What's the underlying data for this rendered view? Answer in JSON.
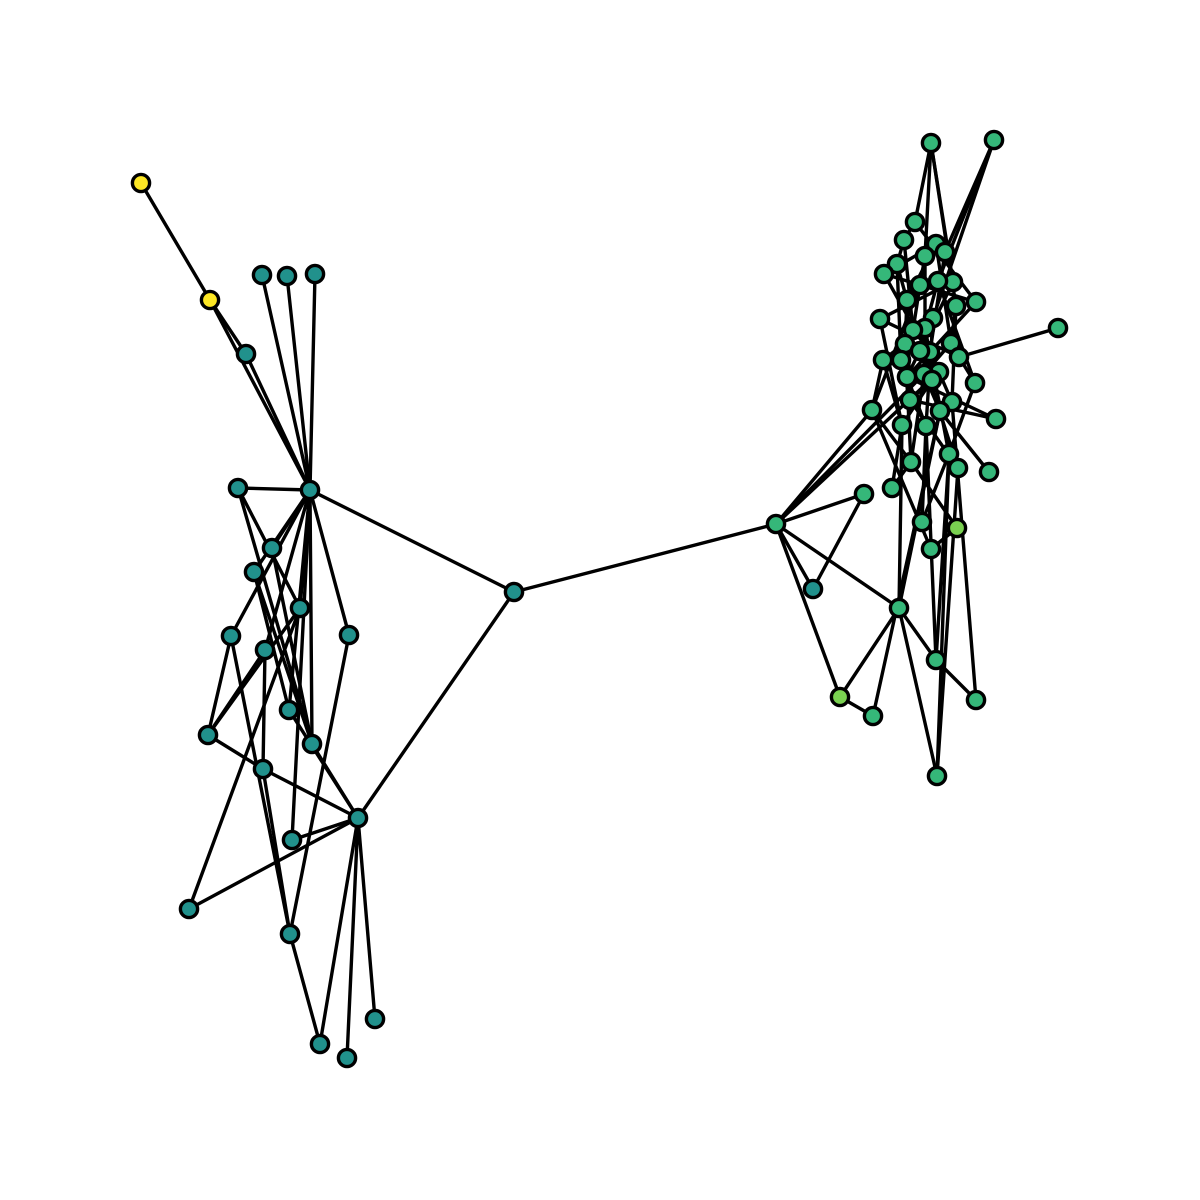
{
  "graph": {
    "type": "network-graph",
    "node_color_scale": "viridis",
    "colors": {
      "yellow": "#fde725",
      "teal": "#21918c",
      "green": "#35b779",
      "lime": "#7ad151",
      "edge": "#000000",
      "node_outline": "#000000",
      "background": "#ffffff"
    },
    "nodes": [
      {
        "id": "hub-center",
        "color": "teal"
      },
      {
        "id": "hub-left-upper",
        "color": "teal"
      },
      {
        "id": "hub-left-lower",
        "color": "teal"
      },
      {
        "id": "hub-right",
        "color": "green"
      },
      {
        "id": "leaf-yellow-a",
        "color": "yellow"
      },
      {
        "id": "leaf-yellow-b",
        "color": "yellow"
      },
      {
        "id": "lu-1",
        "color": "teal"
      },
      {
        "id": "lu-top-1",
        "color": "teal"
      },
      {
        "id": "lu-top-2",
        "color": "teal"
      },
      {
        "id": "lu-top-3",
        "color": "teal"
      },
      {
        "id": "lu-2",
        "color": "teal"
      },
      {
        "id": "lu-3",
        "color": "teal"
      },
      {
        "id": "lu-4",
        "color": "teal"
      },
      {
        "id": "lu-5",
        "color": "teal"
      },
      {
        "id": "lu-6",
        "color": "teal"
      },
      {
        "id": "lu-7",
        "color": "teal"
      },
      {
        "id": "lu-8",
        "color": "teal"
      },
      {
        "id": "lu-9",
        "color": "teal"
      },
      {
        "id": "lu-10",
        "color": "teal"
      },
      {
        "id": "lu-11",
        "color": "teal"
      },
      {
        "id": "lu-12",
        "color": "teal"
      },
      {
        "id": "ll-1",
        "color": "teal"
      },
      {
        "id": "ll-2",
        "color": "teal"
      },
      {
        "id": "ll-3",
        "color": "teal"
      },
      {
        "id": "ll-4",
        "color": "teal"
      },
      {
        "id": "ll-5",
        "color": "teal"
      },
      {
        "id": "ll-6",
        "color": "teal"
      },
      {
        "id": "r-teal-1",
        "color": "teal"
      },
      {
        "id": "r-lime-1",
        "color": "lime"
      },
      {
        "id": "r-lime-2",
        "color": "lime"
      },
      {
        "id": "r-top-1",
        "color": "green"
      },
      {
        "id": "r-top-2",
        "color": "green"
      },
      {
        "id": "r-out-1",
        "color": "green"
      },
      {
        "id": "r-out-2",
        "color": "green"
      },
      {
        "id": "r-out-3",
        "color": "green"
      },
      {
        "id": "r-b-1",
        "color": "green"
      },
      {
        "id": "r-b-2",
        "color": "green"
      },
      {
        "id": "r-b-3",
        "color": "green"
      },
      {
        "id": "r-b-4",
        "color": "green"
      },
      {
        "id": "r-b-5",
        "color": "green"
      },
      {
        "id": "r-b-6",
        "color": "green"
      },
      {
        "id": "r-b-7",
        "color": "green"
      },
      {
        "id": "r-b-8",
        "color": "green"
      },
      {
        "id": "r-b-9",
        "color": "green"
      },
      {
        "id": "r-c-1",
        "color": "green"
      },
      {
        "id": "r-c-2",
        "color": "green"
      },
      {
        "id": "r-c-3",
        "color": "green"
      },
      {
        "id": "r-c-4",
        "color": "green"
      },
      {
        "id": "r-c-5",
        "color": "green"
      },
      {
        "id": "r-c-6",
        "color": "green"
      },
      {
        "id": "r-c-7",
        "color": "green"
      },
      {
        "id": "r-c-8",
        "color": "green"
      },
      {
        "id": "r-c-9",
        "color": "green"
      },
      {
        "id": "r-c-10",
        "color": "green"
      },
      {
        "id": "r-c-11",
        "color": "green"
      },
      {
        "id": "r-c-12",
        "color": "green"
      },
      {
        "id": "r-c-13",
        "color": "green"
      },
      {
        "id": "r-c-14",
        "color": "green"
      },
      {
        "id": "r-c-15",
        "color": "green"
      },
      {
        "id": "r-c-16",
        "color": "green"
      },
      {
        "id": "r-c-17",
        "color": "green"
      },
      {
        "id": "r-c-18",
        "color": "green"
      },
      {
        "id": "r-c-19",
        "color": "green"
      },
      {
        "id": "r-c-20",
        "color": "green"
      },
      {
        "id": "r-c-21",
        "color": "green"
      },
      {
        "id": "r-c-22",
        "color": "green"
      },
      {
        "id": "r-c-23",
        "color": "green"
      },
      {
        "id": "r-c-24",
        "color": "green"
      },
      {
        "id": "r-c-25",
        "color": "green"
      },
      {
        "id": "r-c-26",
        "color": "green"
      },
      {
        "id": "r-c-27",
        "color": "green"
      },
      {
        "id": "r-c-28",
        "color": "green"
      },
      {
        "id": "r-c-29",
        "color": "green"
      },
      {
        "id": "r-c-30",
        "color": "green"
      },
      {
        "id": "r-c-31",
        "color": "green"
      },
      {
        "id": "r-c-32",
        "color": "green"
      },
      {
        "id": "r-c-33",
        "color": "green"
      },
      {
        "id": "r-c-34",
        "color": "green"
      },
      {
        "id": "r-c-35",
        "color": "green"
      },
      {
        "id": "r-c-36",
        "color": "green"
      },
      {
        "id": "r-c-37",
        "color": "green"
      },
      {
        "id": "r-c-38",
        "color": "green"
      }
    ],
    "edges": [
      [
        "hub-center",
        "hub-left-upper"
      ],
      [
        "hub-center",
        "hub-left-lower"
      ],
      [
        "hub-center",
        "hub-right"
      ],
      [
        "leaf-yellow-a",
        "leaf-yellow-b"
      ],
      [
        "leaf-yellow-b",
        "lu-1"
      ],
      [
        "leaf-yellow-b",
        "hub-left-upper"
      ],
      [
        "lu-1",
        "hub-left-upper"
      ],
      [
        "lu-top-1",
        "hub-left-upper"
      ],
      [
        "lu-top-2",
        "hub-left-upper"
      ],
      [
        "lu-top-3",
        "hub-left-upper"
      ],
      [
        "lu-2",
        "hub-left-upper"
      ],
      [
        "lu-3",
        "hub-left-upper"
      ],
      [
        "lu-4",
        "hub-left-upper"
      ],
      [
        "lu-5",
        "hub-left-upper"
      ],
      [
        "lu-6",
        "hub-left-upper"
      ],
      [
        "lu-7",
        "hub-left-upper"
      ],
      [
        "lu-8",
        "hub-left-upper"
      ],
      [
        "lu-9",
        "hub-left-upper"
      ],
      [
        "lu-12",
        "hub-left-upper"
      ],
      [
        "lu-10",
        "hub-left-upper"
      ],
      [
        "lu-2",
        "lu-7"
      ],
      [
        "lu-2",
        "lu-9"
      ],
      [
        "lu-3",
        "lu-9"
      ],
      [
        "lu-4",
        "lu-8"
      ],
      [
        "lu-4",
        "lu-9"
      ],
      [
        "lu-5",
        "lu-11"
      ],
      [
        "lu-5",
        "ll-2"
      ],
      [
        "lu-6",
        "lu-11"
      ],
      [
        "lu-6",
        "ll-1"
      ],
      [
        "lu-7",
        "lu-11"
      ],
      [
        "lu-7",
        "ll-3"
      ],
      [
        "lu-11",
        "ll-1"
      ],
      [
        "ll-1",
        "hub-left-lower"
      ],
      [
        "ll-2",
        "ll-1"
      ],
      [
        "ll-2",
        "ll-4"
      ],
      [
        "lu-8",
        "hub-left-lower"
      ],
      [
        "lu-9",
        "hub-left-lower"
      ],
      [
        "lu-12",
        "hub-left-lower"
      ],
      [
        "lu-10",
        "ll-2"
      ],
      [
        "ll-3",
        "hub-left-lower"
      ],
      [
        "ll-5",
        "hub-left-lower"
      ],
      [
        "ll-6",
        "hub-left-lower"
      ],
      [
        "ll-4",
        "hub-left-lower"
      ],
      [
        "hub-right",
        "r-teal-1"
      ],
      [
        "hub-right",
        "r-lime-1"
      ],
      [
        "hub-right",
        "r-b-1"
      ],
      [
        "hub-right",
        "r-b-4"
      ],
      [
        "hub-right",
        "r-c-30"
      ],
      [
        "hub-right",
        "r-c-25"
      ],
      [
        "hub-right",
        "r-c-26"
      ],
      [
        "r-teal-1",
        "r-b-1"
      ],
      [
        "r-lime-1",
        "r-b-4"
      ],
      [
        "r-lime-1",
        "r-b-2"
      ],
      [
        "r-b-2",
        "r-c-33"
      ],
      [
        "r-b-3",
        "r-c-30"
      ],
      [
        "r-b-4",
        "r-b-5"
      ],
      [
        "r-b-4",
        "r-b-6"
      ],
      [
        "r-b-4",
        "r-c-33"
      ],
      [
        "r-b-5",
        "r-c-34"
      ],
      [
        "r-b-5",
        "r-b-7"
      ],
      [
        "r-b-6",
        "r-c-36"
      ],
      [
        "r-b-8",
        "r-c-36"
      ],
      [
        "r-b-9",
        "r-c-37"
      ],
      [
        "r-lime-2",
        "r-b-3"
      ],
      [
        "r-b-4",
        "r-c-35"
      ],
      [
        "r-top-1",
        "r-c-1"
      ],
      [
        "r-top-1",
        "r-c-5"
      ],
      [
        "r-top-1",
        "r-c-8"
      ],
      [
        "r-top-1",
        "r-c-12"
      ],
      [
        "r-top-2",
        "r-c-4"
      ],
      [
        "r-top-2",
        "r-c-9"
      ],
      [
        "r-top-2",
        "r-c-14"
      ],
      [
        "r-out-1",
        "r-c-22"
      ],
      [
        "r-out-2",
        "r-c-27"
      ],
      [
        "r-out-2",
        "r-c-31"
      ],
      [
        "r-out-3",
        "r-c-33"
      ],
      [
        "r-c-1",
        "r-c-2"
      ],
      [
        "r-c-2",
        "r-c-6"
      ],
      [
        "r-c-3",
        "r-c-7"
      ],
      [
        "r-c-5",
        "r-c-10"
      ],
      [
        "r-c-6",
        "r-c-11"
      ],
      [
        "r-c-7",
        "r-c-13"
      ],
      [
        "r-c-8",
        "r-c-15"
      ],
      [
        "r-c-9",
        "r-c-16"
      ],
      [
        "r-c-10",
        "r-c-17"
      ],
      [
        "r-c-11",
        "r-c-18"
      ],
      [
        "r-c-12",
        "r-c-19"
      ],
      [
        "r-c-13",
        "r-c-20"
      ],
      [
        "r-c-14",
        "r-c-21"
      ],
      [
        "r-c-15",
        "r-c-22"
      ],
      [
        "r-c-16",
        "r-c-23"
      ],
      [
        "r-c-17",
        "r-c-24"
      ],
      [
        "r-c-18",
        "r-c-25"
      ],
      [
        "r-c-19",
        "r-c-26"
      ],
      [
        "r-c-20",
        "r-c-27"
      ],
      [
        "r-c-21",
        "r-c-28"
      ],
      [
        "r-c-22",
        "r-c-29"
      ],
      [
        "r-c-23",
        "r-c-30"
      ],
      [
        "r-c-24",
        "r-c-31"
      ],
      [
        "r-c-25",
        "r-c-32"
      ],
      [
        "r-c-26",
        "r-c-33"
      ],
      [
        "r-c-27",
        "r-c-34"
      ],
      [
        "r-c-28",
        "r-c-35"
      ],
      [
        "r-c-29",
        "r-c-36"
      ],
      [
        "r-c-30",
        "r-c-37"
      ],
      [
        "r-c-31",
        "r-c-38"
      ],
      [
        "r-c-32",
        "r-b-7"
      ],
      [
        "r-c-34",
        "r-b-8"
      ],
      [
        "r-c-35",
        "r-b-9"
      ],
      [
        "r-c-36",
        "r-b-5"
      ],
      [
        "r-c-37",
        "r-lime-2"
      ],
      [
        "r-c-38",
        "r-b-6"
      ],
      [
        "r-c-1",
        "r-c-13"
      ],
      [
        "r-c-2",
        "r-c-17"
      ],
      [
        "r-c-3",
        "r-c-19"
      ],
      [
        "r-c-4",
        "r-c-20"
      ],
      [
        "r-c-6",
        "r-c-24"
      ],
      [
        "r-c-7",
        "r-c-25"
      ],
      [
        "r-c-8",
        "r-c-27"
      ],
      [
        "r-c-9",
        "r-c-29"
      ],
      [
        "r-c-10",
        "r-c-30"
      ],
      [
        "r-c-11",
        "r-c-31"
      ],
      [
        "r-c-12",
        "r-c-32"
      ],
      [
        "r-c-14",
        "r-c-34"
      ],
      [
        "r-c-15",
        "r-c-35"
      ],
      [
        "r-c-16",
        "r-c-36"
      ],
      [
        "r-c-18",
        "r-c-37"
      ],
      [
        "r-c-21",
        "r-c-38"
      ],
      [
        "r-c-3",
        "r-c-11"
      ],
      [
        "r-c-5",
        "r-c-16"
      ],
      [
        "r-c-20",
        "r-c-33"
      ],
      [
        "r-c-23",
        "r-c-35"
      ],
      [
        "r-c-26",
        "r-c-37"
      ],
      [
        "r-c-28",
        "r-c-31"
      ]
    ]
  }
}
